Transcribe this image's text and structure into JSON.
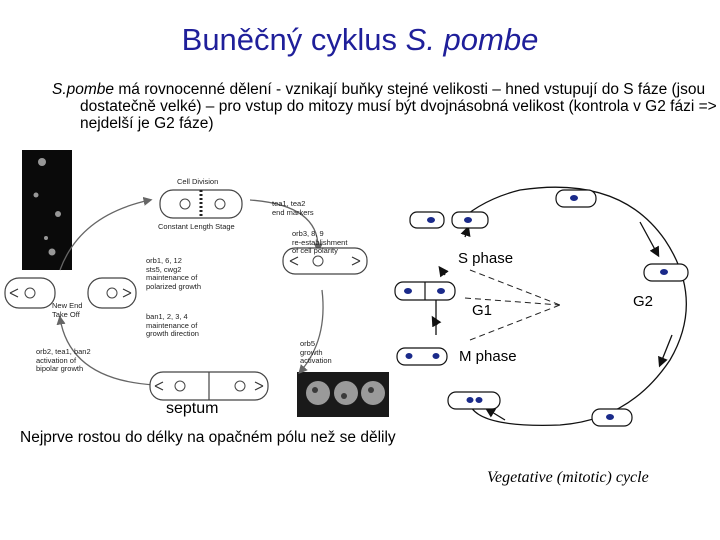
{
  "slide": {
    "title_plain": "Buněčný cyklus ",
    "title_italic": "S. pombe",
    "intro_italic": "S.pombe",
    "intro_text": " má rovnocenné dělení -  vznikají buňky stejné velikosti – hned vstupují do S fáze (jsou dostatečně velké) – pro vstup do mitozy musí být dvojnásobná velikost (kontrola v G2 fázi => nejdelší je G2 fáze)",
    "septum_label": "septum",
    "bottom_caption": "Nejprve rostou do délky na opačném pólu než se dělily"
  },
  "polarity_diagram": {
    "cell_division": "Cell Division",
    "constant_length": "Constant Length Stage",
    "tea_markers": "tea1, tea2\nend markers",
    "orb_reestablish": "orb3, 8, 9\nre-establishment\nof cell polarity",
    "orb_maintenance": "orb1, 6, 12\nsts5, cwg2\nmaintenance of\npolarized growth",
    "ban_maintenance": "ban1, 2, 3, 4\nmaintenance of\ngrowth direction",
    "new_end": "New End\nTake Off",
    "orb5": "orb5\ngrowth\nactivation",
    "orb2": "orb2, tea1, ban2\nactivation of\nbipolar growth"
  },
  "cycle_diagram": {
    "s_phase": "S phase",
    "g1": "G1",
    "g2": "G2",
    "m_phase": "M phase",
    "caption": "Vegetative (mitotic) cycle",
    "nucleus_color": "#1a2a8a"
  }
}
